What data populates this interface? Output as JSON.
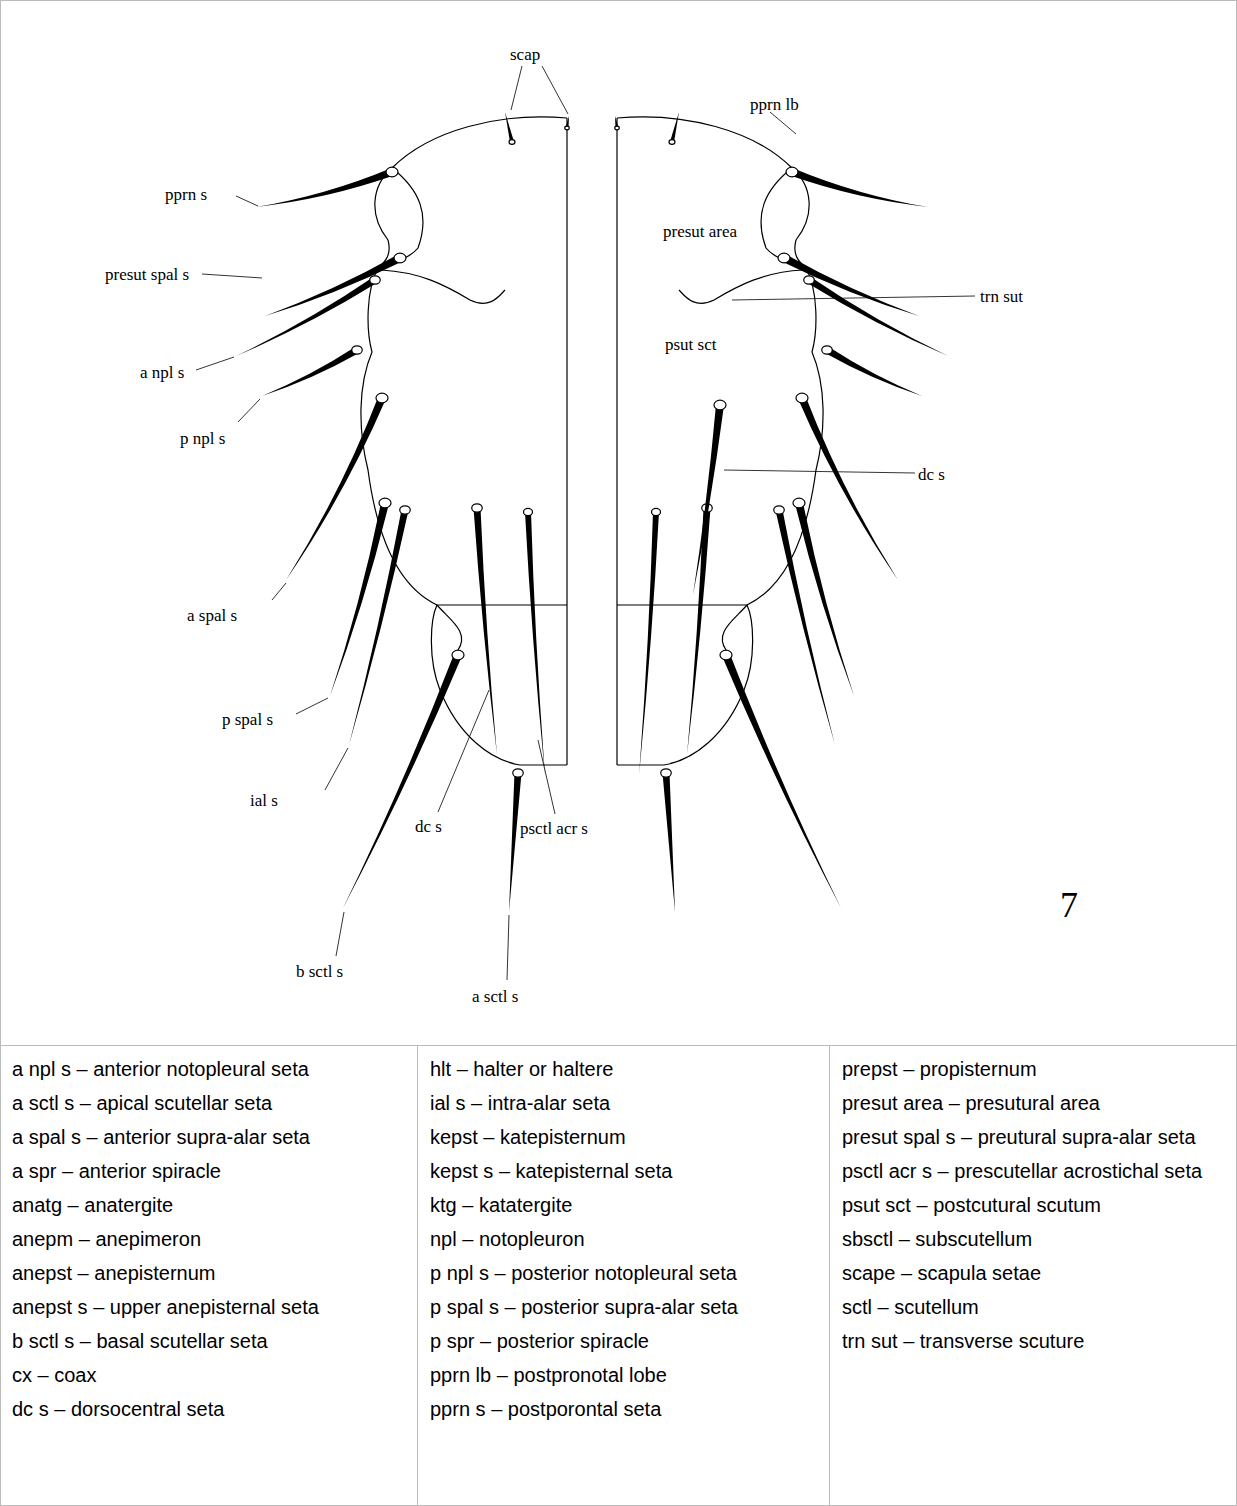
{
  "diagram": {
    "labels": [
      "scap",
      "pprn lb",
      "pprn s",
      "presut area",
      "presut spal s",
      "trn sut",
      "a npl s",
      "psut sct",
      "p npl s",
      "dc s",
      "a spal s",
      "p spal s",
      "ial s",
      "dc s",
      "psctl acr s",
      "b sctl s",
      "a sctl s",
      "7",
      "a npl s – anterior notopleural seta",
      "a sctl s – apical scutellar seta",
      "a spal s – anterior supra-alar seta",
      "a spr – anterior spiracle",
      "anatg – anatergite",
      "anepm – anepimeron",
      "anepst – anepisternum",
      "anepst s – upper anepisternal seta",
      "b sctl s – basal scutellar seta",
      "cx – coax",
      "dc s – dorsocentral seta",
      "hlt – halter or haltere",
      "ial s – intra-alar seta",
      "kepst – katepisternum",
      "kepst s – katepisternal seta",
      "ktg – katatergite",
      "npl – notopleuron",
      "p npl s – posterior notopleural seta",
      "p spal s – posterior supra-alar seta",
      "p spr – posterior spiracle",
      "pprn lb – postpronotal lobe",
      "pprn s – postporontal seta",
      "prepst – propisternum",
      "presut area – presutural area",
      "presut spal s – preutural supra-alar seta",
      "psctl acr s – prescutellar acrostichal seta",
      "psut sct – postcutural scutum",
      "sbsctl – subscutellum",
      "scape – scapula setae",
      "sctl – scutellum",
      "trn sut – transverse scuture"
    ]
  }
}
